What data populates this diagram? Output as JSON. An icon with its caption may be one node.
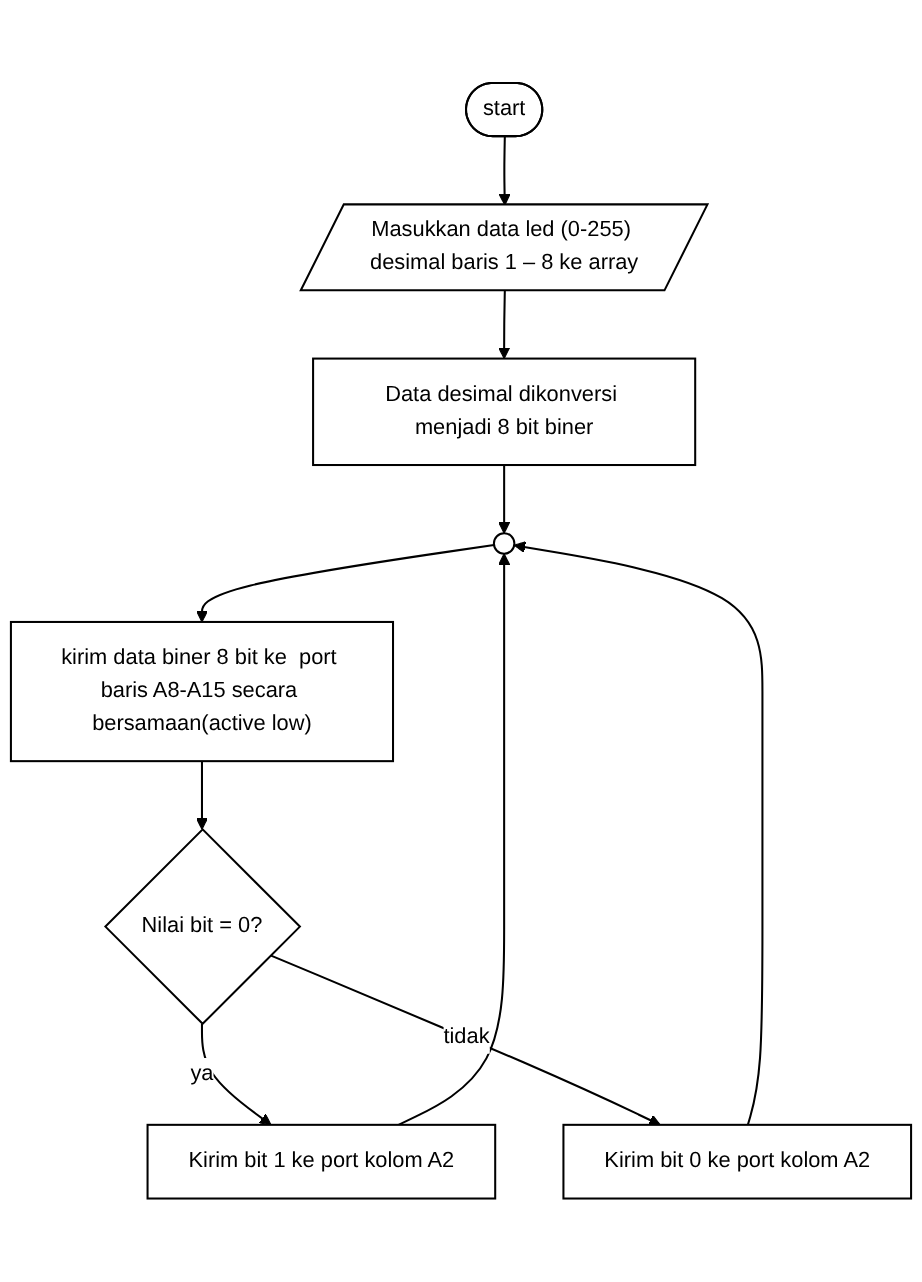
{
  "diagram": {
    "nodes": [
      {
        "text": [
          "start"
        ]
      },
      {
        "text": [
          "Masukkan data led (0-255) desimal baris 1 – 8 ke array"
        ]
      },
      {
        "text": [
          "Data desimal dikonversi menjadi 8 bit biner"
        ]
      },
      {
        "text": [],
        "shape": "circle"
      },
      {
        "text": [
          "kirim data biner 8 bit ke  port baris A8-A15 secara bersamaan(active low)"
        ]
      },
      {
        "text": [
          "Nilai bit = 0?"
        ]
      },
      {
        "text": [
          "Kirim bit 1 ke port kolom A2"
        ]
      },
      {
        "text": [
          "Kirim bit 0 ke port kolom A2"
        ]
      }
    ],
    "edges": [
      {
        "from": 0,
        "to": 1,
        "arrow": "to"
      },
      {
        "from": 1,
        "to": 2,
        "arrow": "to"
      },
      {
        "from": 2,
        "to": 3,
        "arrow": "to"
      },
      {
        "from": 3,
        "to": 4,
        "arrow": "to"
      },
      {
        "from": 4,
        "to": 5,
        "arrow": "to"
      },
      {
        "from": 5,
        "to": 6,
        "label": "ya",
        "arrow": "to"
      },
      {
        "from": 5,
        "to": 7,
        "label": "tidak",
        "arrow": "to"
      },
      {
        "from": 6,
        "to": 3,
        "arrow": "to"
      },
      {
        "from": 7,
        "to": 3,
        "arrow": "to"
      }
    ]
  }
}
